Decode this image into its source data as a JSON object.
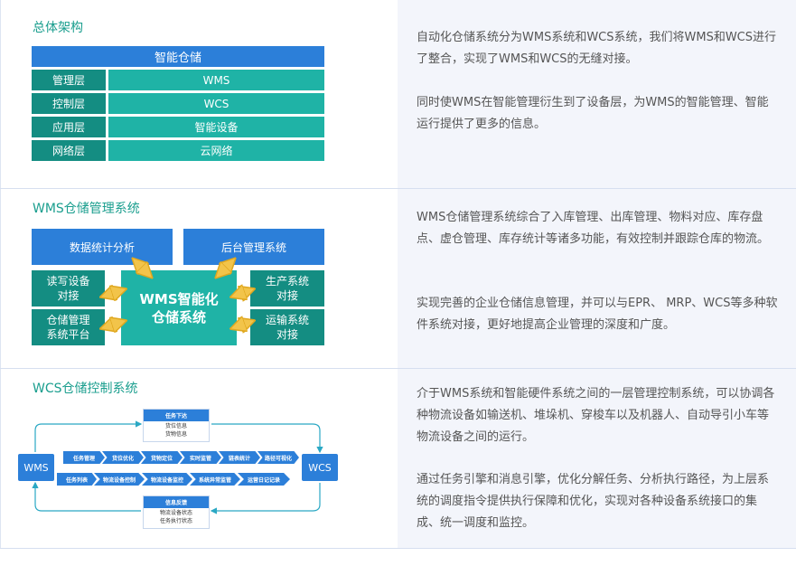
{
  "colors": {
    "accent_blue": "#2c7fd9",
    "accent_teal": "#1fb3a6",
    "dark_teal": "#148d82",
    "title_green": "#1a9e8e",
    "arrow_yellow": "#f2c44a"
  },
  "sec1": {
    "title": "总体架构",
    "top": "智能仓储",
    "rows": [
      {
        "label": "管理层",
        "value": "WMS"
      },
      {
        "label": "控制层",
        "value": "WCS"
      },
      {
        "label": "应用层",
        "value": "智能设备"
      },
      {
        "label": "网络层",
        "value": "云网络"
      }
    ],
    "paras": [
      "自动化仓储系统分为WMS系统和WCS系统，我们将WMS和WCS进行了整合，实现了WMS和WCS的无缝对接。",
      "同时使WMS在智能管理衍生到了设备层，为WMS的智能管理、智能运行提供了更多的信息。"
    ]
  },
  "sec2": {
    "title": "WMS仓储管理系统",
    "top_left": "数据统计分析",
    "top_right": "后台管理系统",
    "center": "WMS智能化\n仓储系统",
    "left1": "读写设备\n对接",
    "left2": "仓储管理\n系统平台",
    "right1": "生产系统\n对接",
    "right2": "运输系统\n对接",
    "paras": [
      "WMS仓储管理系统综合了入库管理、出库管理、物料对应、库存盘点、虚仓管理、库存统计等诸多功能，有效控制并跟踪仓库的物流。",
      "实现完善的企业仓储信息管理，并可以与EPR、 MRP、WCS等多种软件系统对接，更好地提高企业管理的深度和广度。"
    ]
  },
  "sec3": {
    "title": "WCS仓储控制系统",
    "wms": "WMS",
    "wcs": "WCS",
    "top_card": {
      "head": "任务下达",
      "lines": [
        "货位信息",
        "货物信息"
      ]
    },
    "bottom_card": {
      "head": "信息反馈",
      "lines": [
        "物流设备状态",
        "任务执行状态"
      ]
    },
    "row1": [
      "任务管理",
      "货位优化",
      "货物定位",
      "实时监管",
      "链表统计",
      "路径可视化"
    ],
    "row2": [
      "任务列表",
      "物流设备控制",
      "物流设备监控",
      "系统异常监管",
      "运营日记记录"
    ],
    "paras": [
      "介于WMS系统和智能硬件系统之间的一层管理控制系统，可以协调各种物流设备如输送机、堆垛机、穿梭车以及机器人、自动导引小车等物流设备之间的运行。",
      "通过任务引擎和消息引擎，优化分解任务、分析执行路径，为上层系统的调度指令提供执行保障和优化，实现对各种设备系统接口的集成、统一调度和监控。"
    ]
  }
}
